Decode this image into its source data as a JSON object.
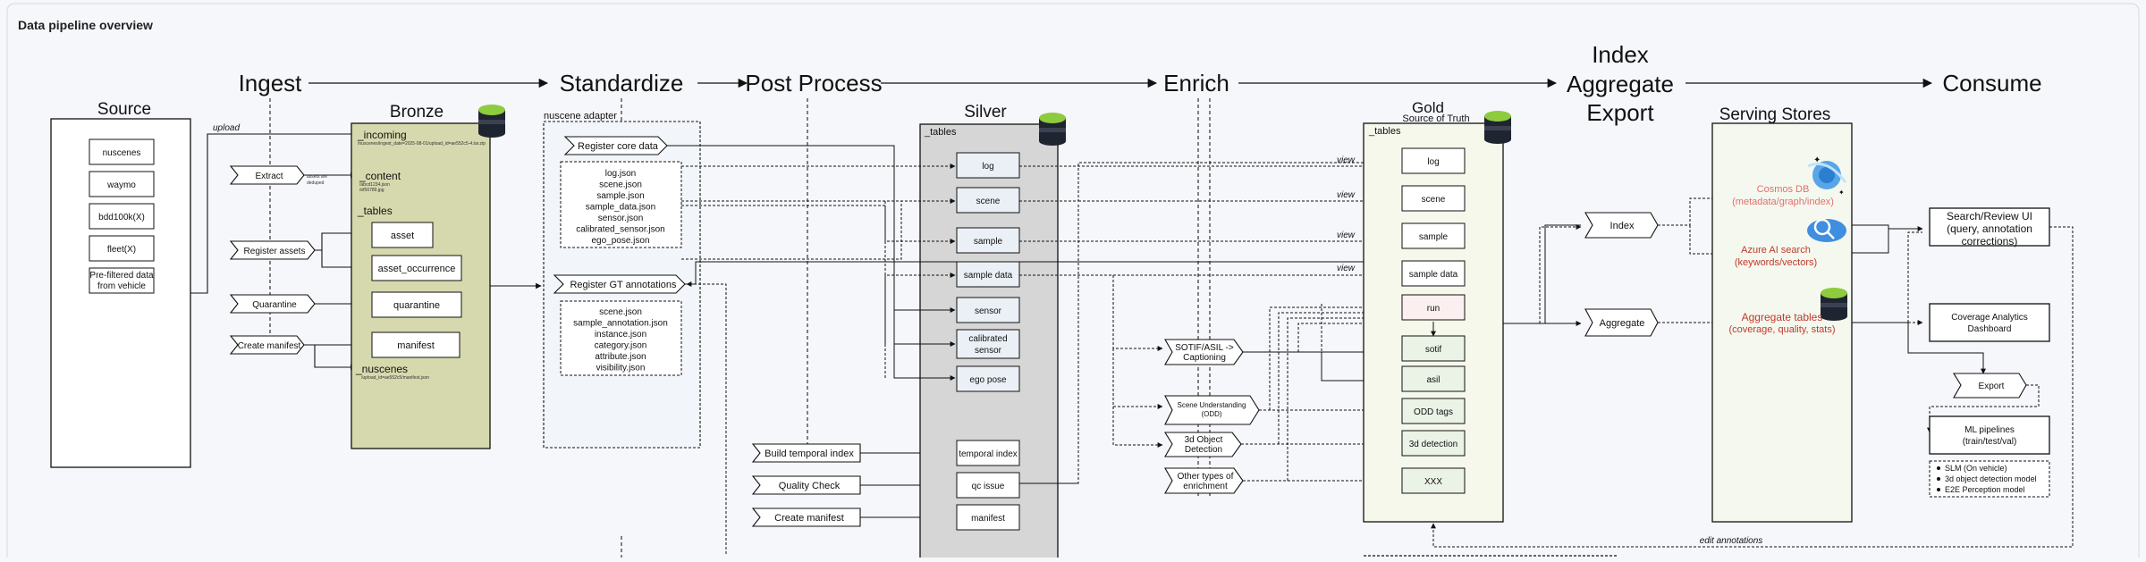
{
  "title": "Data pipeline overview",
  "stages": {
    "ingest": "Ingest",
    "standardize": "Standardize",
    "post_process": "Post Process",
    "enrich": "Enrich",
    "index_line1": "Index",
    "index_line2": "Aggregate",
    "index_line3": "Export",
    "consume": "Consume"
  },
  "source": {
    "label": "Source",
    "items": [
      "nuscenes",
      "waymo",
      "bdd100k(X)",
      "fleet(X)"
    ],
    "prefiltered_line1": "Pre-filtered data",
    "prefiltered_line2": "from vehicle",
    "upload": "upload"
  },
  "ingest": {
    "extract": "Extract",
    "extract_note_line1": "assets are",
    "extract_note_line2": "deduped",
    "register_assets": "Register assets",
    "quarantine": "Quarantine",
    "create_manifest": "Create manifest"
  },
  "bronze": {
    "label": "Bronze",
    "incoming": "_incoming",
    "incoming_note": "/nuscenes/ingest_date=2025-08-01/upload_id=ae552c5-4.tar.zip",
    "content": "_content",
    "content_note_line1": "/abcd1234.json",
    "content_note_line2": "/ef56789.jpg",
    "tables": "_tables",
    "asset": "asset",
    "asset_occurrence": "asset_occurrence",
    "quarantine": "quarantine",
    "manifest": "manifest",
    "nuscenes": "_nuscenes",
    "nuscenes_note": "/upload_id=ae552c5/manifest.json"
  },
  "adapter": {
    "label": "nuscene adapter",
    "register_core": "Register core data",
    "core_files": [
      "log.json",
      "scene.json",
      "sample.json",
      "sample_data.json",
      "sensor.json",
      "calibrated_sensor.json",
      "ego_pose.json"
    ],
    "register_gt": "Register GT annotations",
    "gt_files": [
      "scene.json",
      "sample_annotation.json",
      "instance.json",
      "category.json",
      "attribute.json",
      "visibility.json"
    ]
  },
  "post": {
    "build_temporal": "Build temporal index",
    "quality_check": "Quality Check",
    "create_manifest": "Create manifest"
  },
  "silver": {
    "label": "Silver",
    "tables": "_tables",
    "items": [
      "log",
      "scene",
      "sample",
      "sample data",
      "sensor"
    ],
    "calibrated_line1": "calibrated",
    "calibrated_line2": "sensor",
    "ego_pose": "ego pose",
    "temporal_index": "temporal index",
    "qc_issue": "qc issue",
    "manifest": "manifest"
  },
  "enrich": {
    "sotif_line1": "SOTIF/ASIL ->",
    "sotif_line2": "Captioning",
    "scene_line1": "Scene Understanding",
    "scene_line2": "(ODD)",
    "det_line1": "3d Object",
    "det_line2": "Detection",
    "other_line1": "Other types of",
    "other_line2": "enrichment"
  },
  "gold": {
    "label": "Gold",
    "sub": "Source of Truth",
    "tables": "_tables",
    "items": [
      "log",
      "scene",
      "sample",
      "sample data",
      "run",
      "sotif",
      "asil",
      "ODD tags",
      "3d detection",
      "XXX"
    ],
    "view": "view"
  },
  "index": {
    "index": "Index",
    "aggregate": "Aggregate",
    "export": "Export"
  },
  "serving": {
    "label": "Serving Stores",
    "cosmos_line1": "Cosmos DB",
    "cosmos_line2": "(metadata/graph/index)",
    "search_line1": "Azure AI search",
    "search_line2": "(keywords/vectors)",
    "agg_line1": "Aggregate tables",
    "agg_line2": "(coverage, quality, stats)"
  },
  "consume": {
    "search_ui_line1": "Search/Review UI",
    "search_ui_line2": "(query, annotation",
    "search_ui_line3": "corrections)",
    "coverage_line1": "Coverage Analytics",
    "coverage_line2": "Dashboard",
    "ml_line1": "ML pipelines",
    "ml_line2": "(train/test/val)",
    "models": [
      "SLM (On vehicle)",
      "3d object detection model",
      "E2E Perception model"
    ],
    "edit_annotations": "edit annotations"
  },
  "colors": {
    "bronze_fill": "#d6d9ad",
    "silver_fill": "#d6d6d6",
    "gold_fill": "#f6f8ec",
    "adapter_fill": "#f2f6fb",
    "run_fill": "#fbeff0",
    "green_fill": "#eaf3e6",
    "red_text": "#c0392b",
    "pink_text": "#e07070"
  }
}
